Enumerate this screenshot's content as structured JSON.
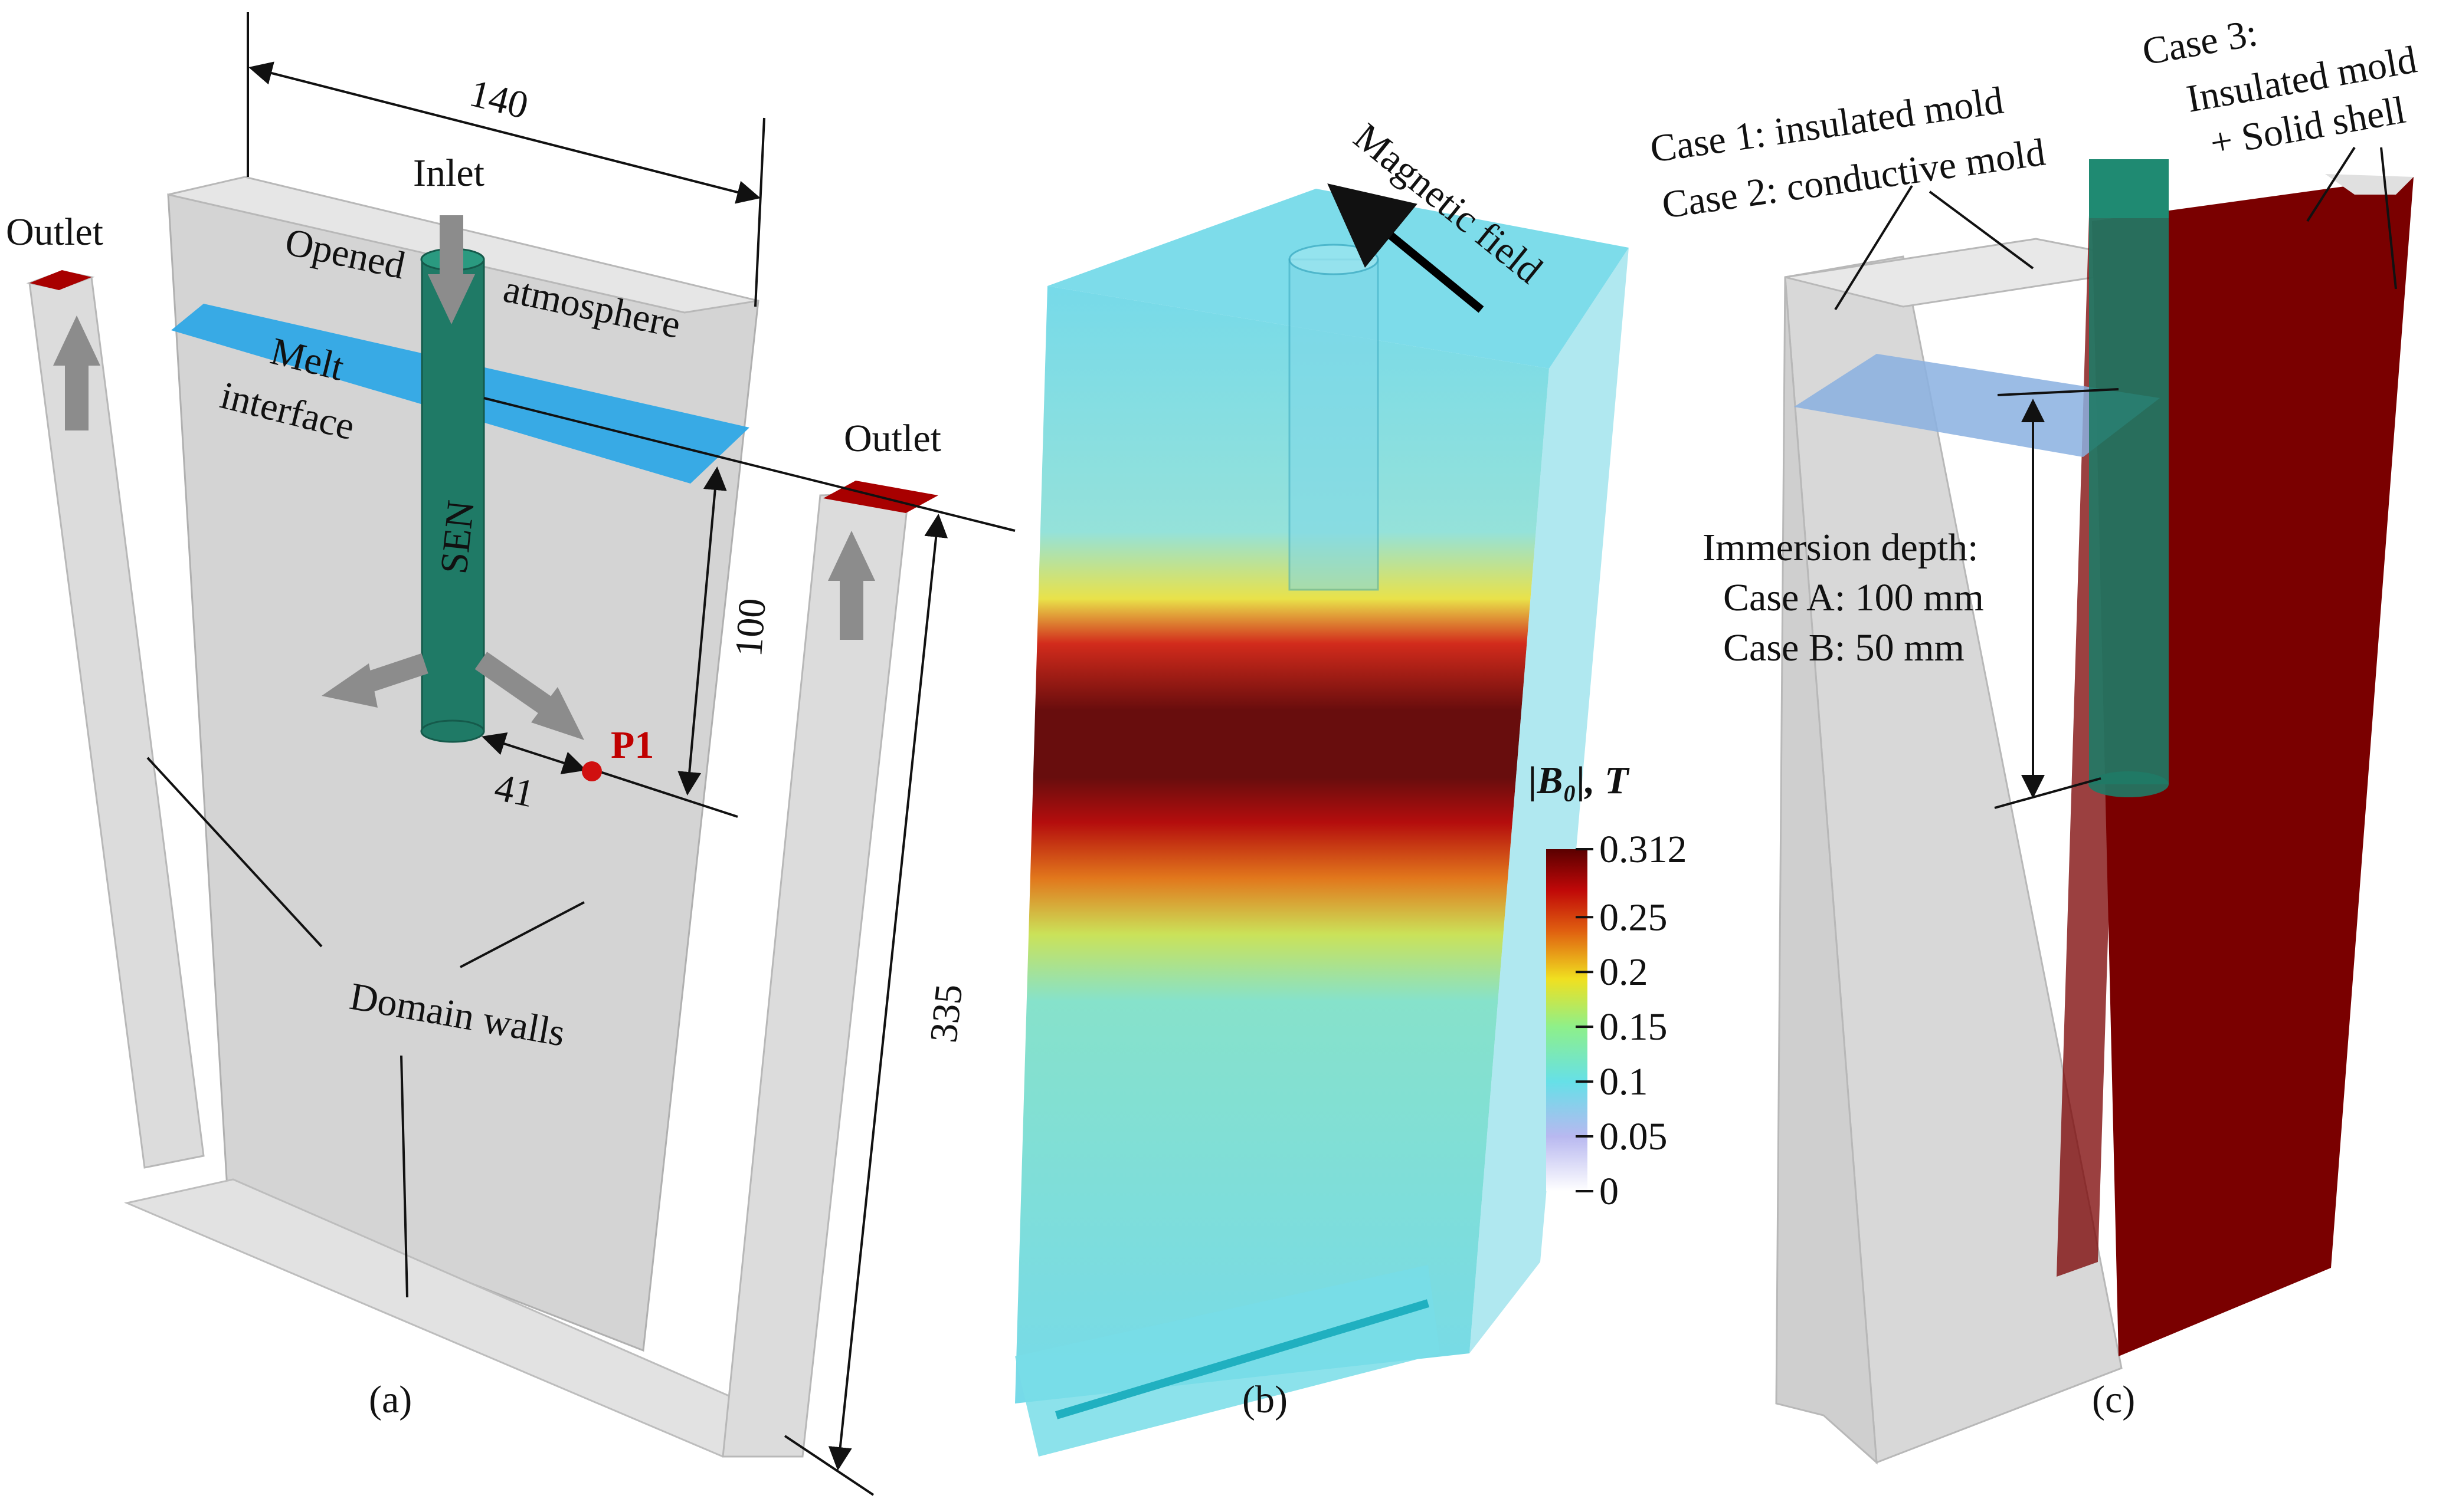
{
  "panel_a": {
    "caption": "(a)",
    "dim_width": "140",
    "dim_depth": "100",
    "dim_height": "335",
    "dim_p1": "41",
    "inlet": "Inlet",
    "outlet_left": "Outlet",
    "outlet_right": "Outlet",
    "opened": "Opened",
    "atmosphere": "atmosphere",
    "melt": "Melt",
    "interface": "interface",
    "sen": "SEN",
    "p1": "P1",
    "domain_walls": "Domain walls"
  },
  "panel_b": {
    "caption": "(b)",
    "magnetic_field": "Magnetic field",
    "colorbar": {
      "title": "|B₀|, T",
      "ticks": [
        "0.312",
        "0.25",
        "0.2",
        "0.15",
        "0.1",
        "0.05",
        "0"
      ],
      "tick_values": [
        0.312,
        0.25,
        0.2,
        0.15,
        0.1,
        0.05,
        0
      ],
      "max": 0.312,
      "min": 0,
      "colors": [
        "#ffffff",
        "#b8b8f0",
        "#66e0e8",
        "#8ef08a",
        "#f0e020",
        "#e06010",
        "#c00808",
        "#5a0000"
      ]
    }
  },
  "panel_c": {
    "caption": "(c)",
    "case1": "Case 1: insulated mold",
    "case2": "Case 2: conductive mold",
    "case3_a": "Case 3:",
    "case3_b": "Insulated mold",
    "case3_c": "+  Solid shell",
    "immersion_title": "Immersion depth:",
    "case_a": "Case A: 100 mm",
    "case_b": "Case B:    50 mm"
  },
  "colors": {
    "mold_gray": "#d4d4d4",
    "interface_blue": "#2fa8e6",
    "sen_green": "#1f7a66",
    "outlet_red": "#a80000",
    "shell_red": "#7a0000",
    "arrow_gray": "#8c8c8c",
    "p1_red": "#d01010"
  }
}
